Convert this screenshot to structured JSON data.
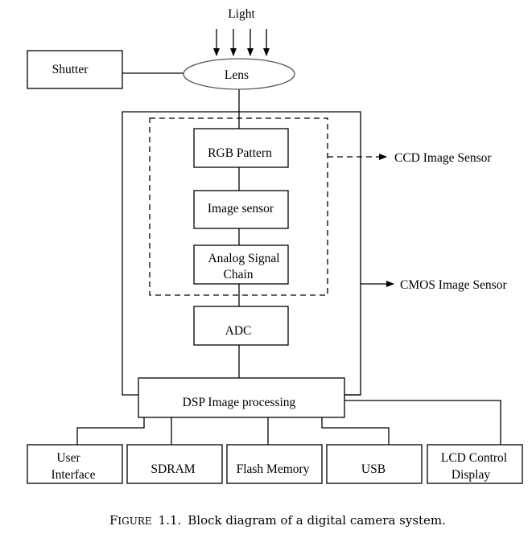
{
  "diagram": {
    "light_label": "Light",
    "nodes": {
      "shutter": "Shutter",
      "lens": "Lens",
      "rgb_pattern": "RGB Pattern",
      "image_sensor": "Image sensor",
      "analog_signal_chain": [
        "Analog Signal",
        "Chain"
      ],
      "adc": "ADC",
      "dsp": "DSP Image processing",
      "user_interface": [
        "User",
        "Interface"
      ],
      "sdram": "SDRAM",
      "flash_memory": "Flash Memory",
      "usb": "USB",
      "lcd": [
        "LCD Control",
        "Display"
      ]
    },
    "group_labels": {
      "ccd": "CCD Image Sensor",
      "cmos": "CMOS Image Sensor"
    },
    "edges": [
      [
        "light",
        "lens"
      ],
      [
        "shutter",
        "lens"
      ],
      [
        "lens",
        "rgb_pattern"
      ],
      [
        "rgb_pattern",
        "image_sensor"
      ],
      [
        "image_sensor",
        "analog_signal_chain"
      ],
      [
        "analog_signal_chain",
        "adc"
      ],
      [
        "adc",
        "dsp"
      ],
      [
        "dsp",
        "user_interface"
      ],
      [
        "dsp",
        "sdram"
      ],
      [
        "dsp",
        "flash_memory"
      ],
      [
        "dsp",
        "usb"
      ],
      [
        "dsp",
        "lcd"
      ]
    ]
  },
  "caption": {
    "prefix": "Figure",
    "prefix_rest": "IGURE",
    "prefix_first": "F",
    "number": "1.1.",
    "text": "Block diagram of a digital camera system."
  }
}
